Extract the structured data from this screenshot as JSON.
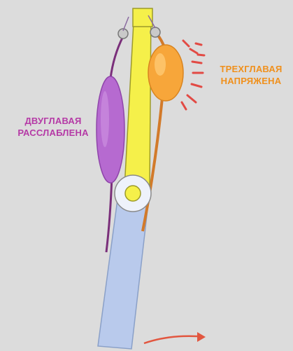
{
  "labels": {
    "biceps": {
      "line1": "ДВУГЛАВАЯ",
      "line2": "РАССЛАБЛЕНА"
    },
    "triceps": {
      "line1": "ТРЕХГЛАВАЯ",
      "line2": "НАПРЯЖЕНА"
    }
  },
  "colors": {
    "background": "#dcdcdc",
    "humerus": "#f5f04a",
    "forearm": "#b9caec",
    "biceps": "#b66ad0",
    "triceps": "#f7a63a",
    "biceps_label": "#b53aa6",
    "triceps_label": "#f0901c",
    "tension_marks": "#e24a44",
    "motion_arrow": "#e2563f",
    "outline": "#8a8a8a"
  },
  "icons": {
    "tension": "tension-rays-icon",
    "motion": "curved-arrow-right-icon"
  }
}
